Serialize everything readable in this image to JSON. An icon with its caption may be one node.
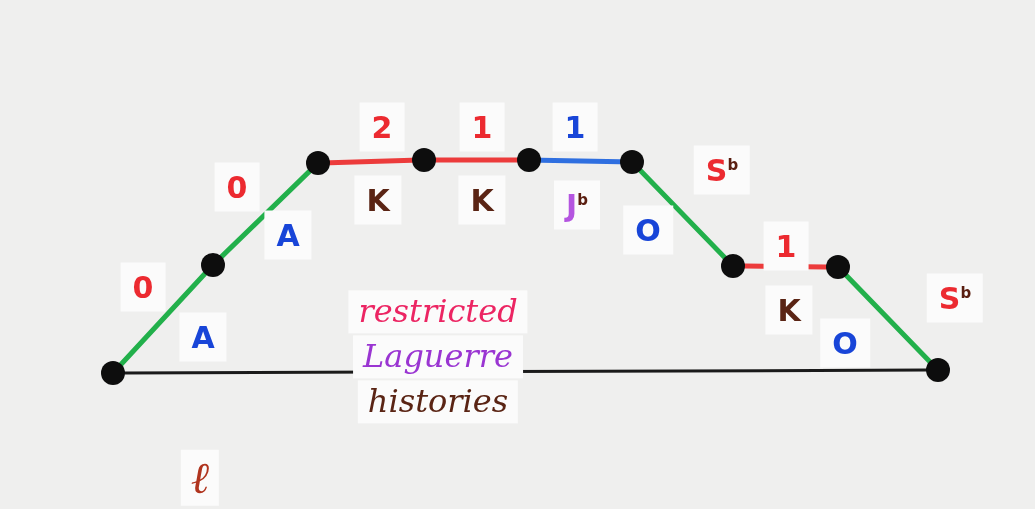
{
  "diagram": {
    "nodes": [
      {
        "text": [],
        "shape": "circle"
      },
      {
        "text": [],
        "shape": "circle"
      },
      {
        "text": [],
        "shape": "circle"
      },
      {
        "text": [],
        "shape": "circle"
      },
      {
        "text": [],
        "shape": "circle"
      },
      {
        "text": [],
        "shape": "circle"
      },
      {
        "text": [],
        "shape": "circle"
      },
      {
        "text": [],
        "shape": "circle"
      },
      {
        "text": [],
        "shape": "circle"
      }
    ],
    "edges": [
      {
        "from": 0,
        "to": 1,
        "arrow": "none"
      },
      {
        "from": 1,
        "to": 2,
        "arrow": "none"
      },
      {
        "from": 2,
        "to": 3,
        "arrow": "none",
        "color": "#ec3b3b"
      },
      {
        "from": 3,
        "to": 4,
        "arrow": "none",
        "color": "#ec3b3b"
      },
      {
        "from": 4,
        "to": 5,
        "arrow": "none",
        "color": "#2f6fe0"
      },
      {
        "from": 5,
        "to": 6,
        "arrow": "none"
      },
      {
        "from": 6,
        "to": 7,
        "arrow": "none",
        "color": "#ec3b3b"
      },
      {
        "from": 7,
        "to": 8,
        "arrow": "none"
      },
      {
        "from": 0,
        "to": 8,
        "arrow": "none",
        "color": "#1a1a1a"
      }
    ],
    "labels": [
      "0",
      "A",
      "0",
      "A",
      "2",
      "K",
      "1",
      "K",
      "1",
      "J$^{b}$",
      "S$^{b}$",
      "O",
      "1",
      "K",
      "S$^{b}$",
      "O",
      "restricted",
      "Laguerre",
      "histories",
      "ℓ"
    ]
  }
}
